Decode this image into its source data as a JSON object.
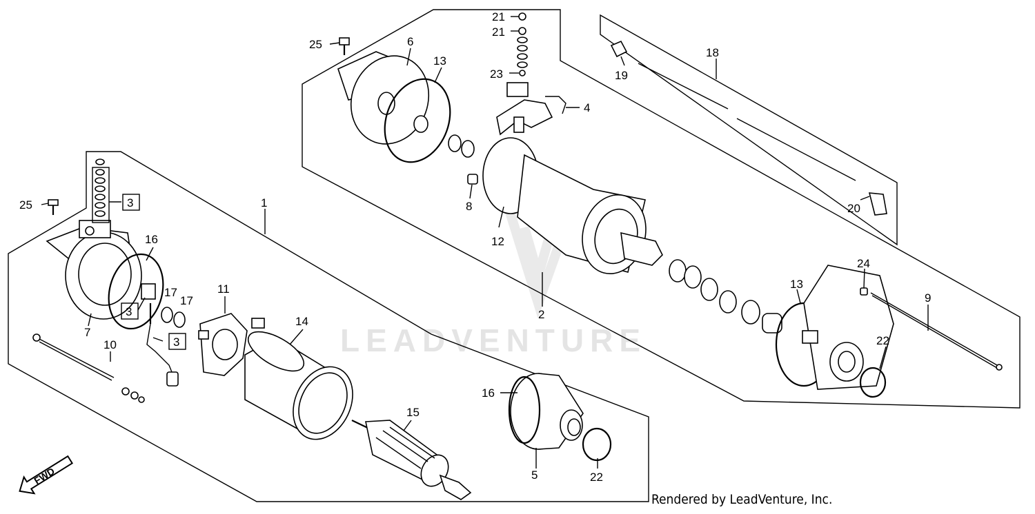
{
  "watermark": {
    "text": "LEADVENTURE"
  },
  "credit": "Rendered by LeadVenture, Inc.",
  "direction": {
    "label": "FWD"
  },
  "callouts": [
    {
      "id": "c1",
      "label": "1"
    },
    {
      "id": "c2",
      "label": "2"
    },
    {
      "id": "c4",
      "label": "4"
    },
    {
      "id": "c5",
      "label": "5"
    },
    {
      "id": "c6",
      "label": "6"
    },
    {
      "id": "c7",
      "label": "7"
    },
    {
      "id": "c8",
      "label": "8"
    },
    {
      "id": "c9",
      "label": "9"
    },
    {
      "id": "c10",
      "label": "10"
    },
    {
      "id": "c11",
      "label": "11"
    },
    {
      "id": "c12",
      "label": "12"
    },
    {
      "id": "c13a",
      "label": "13"
    },
    {
      "id": "c13b",
      "label": "13"
    },
    {
      "id": "c14",
      "label": "14"
    },
    {
      "id": "c15",
      "label": "15"
    },
    {
      "id": "c16a",
      "label": "16"
    },
    {
      "id": "c16b",
      "label": "16"
    },
    {
      "id": "c17a",
      "label": "17"
    },
    {
      "id": "c17b",
      "label": "17"
    },
    {
      "id": "c18",
      "label": "18"
    },
    {
      "id": "c19",
      "label": "19"
    },
    {
      "id": "c20",
      "label": "20"
    },
    {
      "id": "c21a",
      "label": "21"
    },
    {
      "id": "c21b",
      "label": "21"
    },
    {
      "id": "c22a",
      "label": "22"
    },
    {
      "id": "c22b",
      "label": "22"
    },
    {
      "id": "c23",
      "label": "23"
    },
    {
      "id": "c24",
      "label": "24"
    },
    {
      "id": "c25a",
      "label": "25"
    },
    {
      "id": "c25b",
      "label": "25"
    }
  ],
  "boxed_callouts": [
    {
      "id": "b3a",
      "label": "3"
    },
    {
      "id": "b3b",
      "label": "3"
    },
    {
      "id": "b3c",
      "label": "3"
    }
  ]
}
